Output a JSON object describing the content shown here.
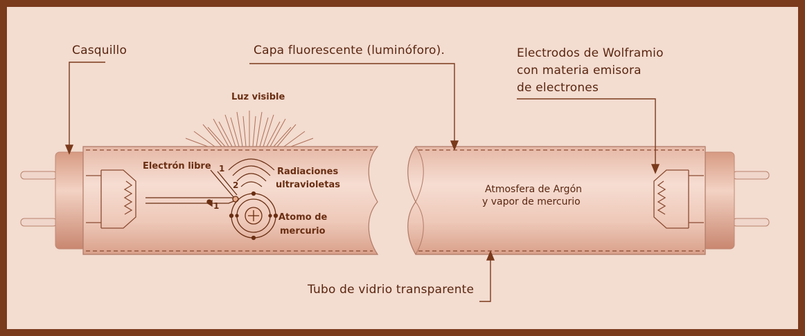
{
  "labels": {
    "casquillo": "Casquillo",
    "capa": "Capa fluorescente (luminóforo).",
    "electrodos_1": "Electrodos de Wolframio",
    "electrodos_2": "con materia emisora",
    "electrodos_3": "de electrones",
    "luz": "Luz visible",
    "electron": "Electrón libre",
    "radiaciones_1": "Radiaciones",
    "radiaciones_2": "ultravioletas",
    "atomo_1": "Atomo de",
    "atomo_2": "mercurio",
    "atmosfera_1": "Atmosfera de Argón",
    "atmosfera_2": "y vapor de mercurio",
    "tubo": "Tubo de vidrio transparente",
    "num_1a": "1",
    "num_1b": "1",
    "num_2": "2"
  },
  "colors": {
    "background": "#f3dcd0",
    "frame": "#7a3a1c",
    "tube": "#ecc4b4",
    "line": "#7a3a1c"
  }
}
